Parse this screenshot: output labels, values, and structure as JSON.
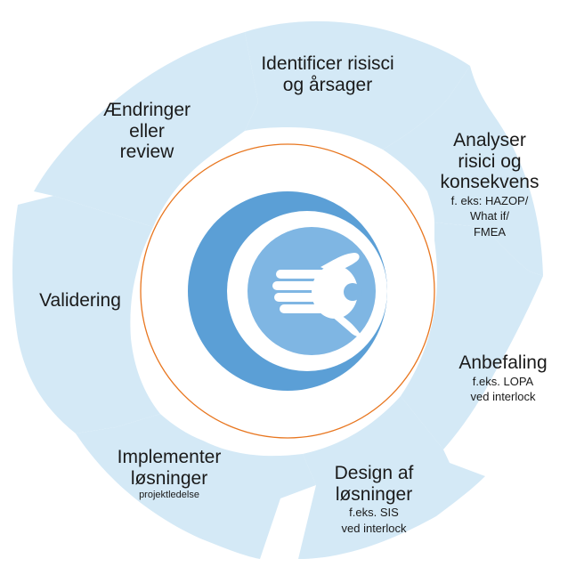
{
  "colors": {
    "segment": "#d4e9f6",
    "ring": "#e8761f",
    "logo_blue": "#5b9fd6",
    "logo_light": "#7fb6e3"
  },
  "logo": {
    "icon": "hand-in-circle-logo"
  },
  "segments": [
    {
      "id": "identify",
      "lines": [
        "Identificer risisci",
        "og årsager"
      ],
      "sub": []
    },
    {
      "id": "analyse",
      "lines": [
        "Analyser",
        "risici og",
        "konsekvens"
      ],
      "sub": [
        "f. eks: HAZOP/",
        "What if/",
        "FMEA"
      ]
    },
    {
      "id": "recommend",
      "lines": [
        "Anbefaling"
      ],
      "sub": [
        "f.eks. LOPA",
        "ved interlock"
      ]
    },
    {
      "id": "design",
      "lines": [
        "Design af",
        "løsninger"
      ],
      "sub": [
        "f.eks. SIS",
        "ved interlock"
      ]
    },
    {
      "id": "implement",
      "lines": [
        "Implementer",
        "løsninger"
      ],
      "sub": [
        "projektledelse"
      ]
    },
    {
      "id": "validate",
      "lines": [
        "Validering"
      ],
      "sub": []
    },
    {
      "id": "change",
      "lines": [
        "Ændringer",
        "eller",
        "review"
      ],
      "sub": []
    }
  ]
}
